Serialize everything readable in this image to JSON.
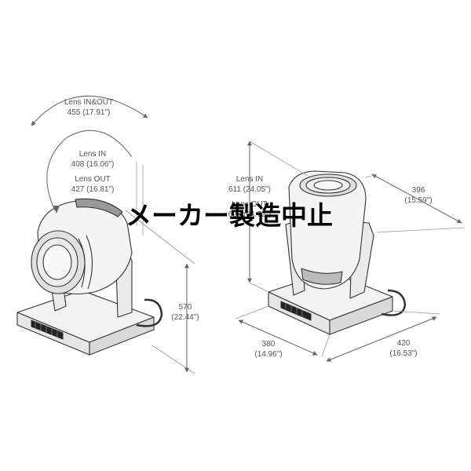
{
  "labels": {
    "lens_in_out_range_title": "Lens IN&OUT",
    "lens_in_out_range_value": "455 (17.91\")",
    "left_lens_in_title": "Lens IN",
    "left_lens_in_value": "408 (16.06\")",
    "left_lens_out_title": "Lens OUT",
    "left_lens_out_value": "427 (16.81\")",
    "left_height_value": "570",
    "left_height_inch": "(22.44\")",
    "right_lens_in_title": "Lens IN",
    "right_lens_in_value": "611 (24.05\")",
    "right_lens_out_title": "Lens OUT",
    "right_lens_out_value": "628 (24.72\")",
    "right_top_width_value": "396",
    "right_top_width_inch": "(15.59\")",
    "right_base_width_value": "380",
    "right_base_width_inch": "(14.96\")",
    "right_base_depth_value": "420",
    "right_base_depth_inch": "(16.53\")"
  },
  "overlay_text": "メーカー製造中止"
}
